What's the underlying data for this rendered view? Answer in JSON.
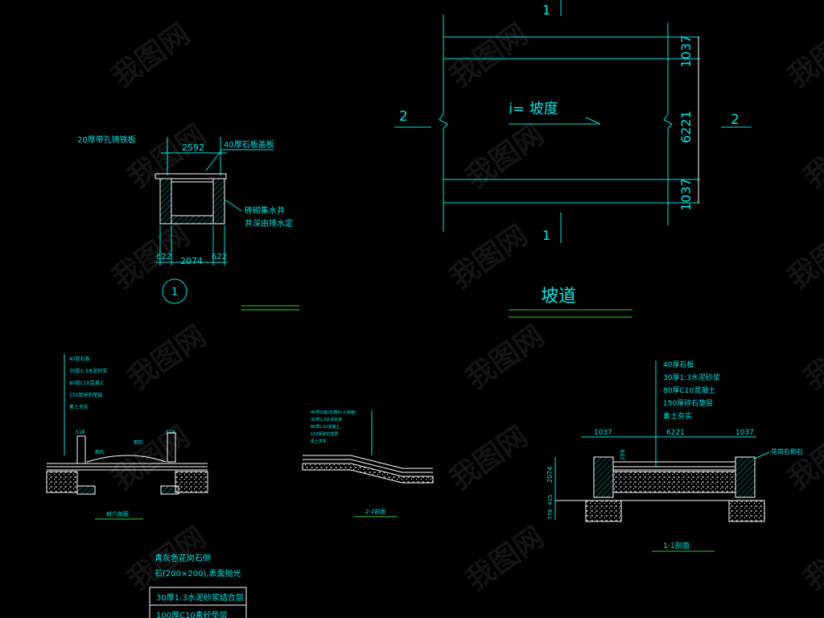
{
  "well": {
    "cover_note": "20厚带孔铸铁板",
    "dim_top": "2592",
    "stone_cover": "40厚石板盖板",
    "note_line1": "砖砌集水井",
    "note_line2": "井深由排水定",
    "dim_left": "622",
    "dim_mid": "2074",
    "dim_right": "622",
    "detail_no": "1"
  },
  "ramp_plan": {
    "sec_top": "1",
    "sec_bottom": "1",
    "sec_left": "2",
    "sec_right": "2",
    "slope": "i= 坡度",
    "dim_a": "1037",
    "dim_b": "6221",
    "dim_c": "1037",
    "title": "坡道"
  },
  "section_left": {
    "layers": [
      "40厚石板",
      "30厚1:3水泥砂浆",
      "80厚C10混凝土",
      "150厚碎石垫层",
      "素土夯实"
    ],
    "dim_l": "518",
    "dim_r": "518",
    "label": "侧石",
    "label2": "侧石",
    "title": "树穴剖面"
  },
  "section_22": {
    "layers": [
      "40厚石板(花岗石 火烧面)",
      "30厚1:3水泥砂浆",
      "80厚C10混凝土",
      "150厚碎石垫层",
      "素土夯实"
    ],
    "title": "2-2剖面"
  },
  "section_11": {
    "layers": [
      "40厚石板",
      "30厚1:3水泥砂浆",
      "80厚C10混凝土",
      "150厚碎石垫层",
      "素土夯实"
    ],
    "dim_l": "1037",
    "dim_m": "6221",
    "dim_r": "1037",
    "dim_h": "2074",
    "dim_s": "259",
    "dim_f1": "778",
    "dim_f2": "415",
    "side_label": "花岗石侧石",
    "title": "1-1剖面"
  },
  "notes": {
    "line1": "青灰色花岗石侧",
    "line2": "石(200×200),表面抛光",
    "box1": "30厚1:3水泥砂浆结合层",
    "box2": "100厚C10素砼垫层"
  },
  "watermark": "我图网"
}
